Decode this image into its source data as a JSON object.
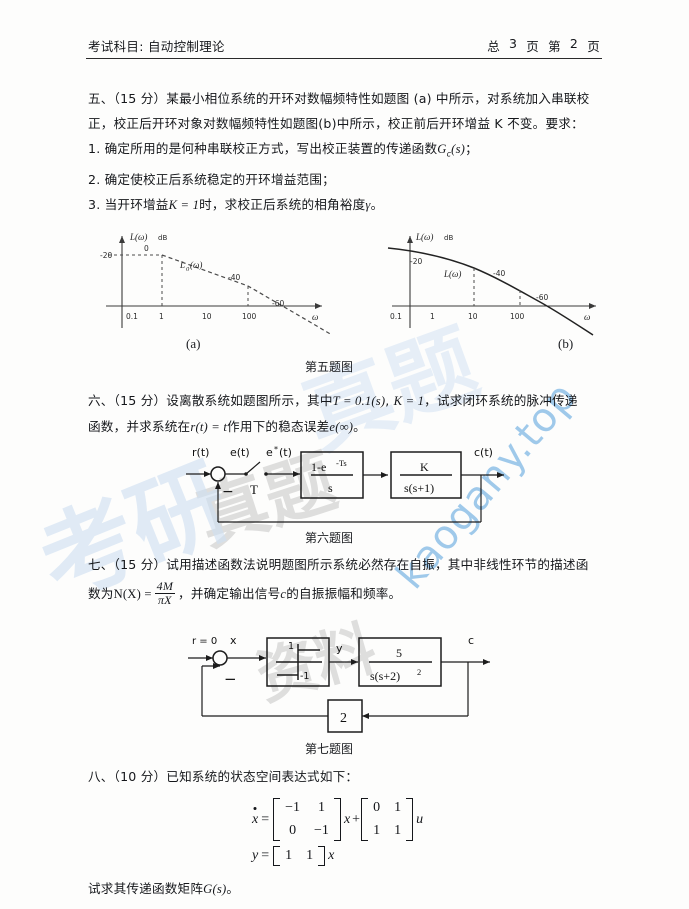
{
  "header": {
    "subject_label": "考试科目:",
    "subject": "自动控制理论",
    "total_label": "总",
    "total_pages": "3",
    "page_unit_1": "页",
    "current_label": "第",
    "current_page": "2",
    "page_unit_2": "页"
  },
  "watermark": {
    "url": "kaogany.top",
    "cn_a": "考研",
    "cn_b": "真题",
    "gray_1": "真题",
    "gray_2": "资料"
  },
  "q5": {
    "line1": "五、（15 分）某最小相位系统的开环对数幅频特性如题图 (a) 中所示，对系统加入串联校",
    "line2": "正，校正后开环对象对数幅频特性如题图(b)中所示，校正前后开环增益 K 不变。要求：",
    "item1_pre": "1. 确定所用的是何种串联校正方式，写出校正装置的传递函数",
    "item1_sym": "G",
    "item1_sub": "c",
    "item1_arg": "(s)",
    "item1_end": "；",
    "item2": "2. 确定使校正后系统稳定的开环增益范围；",
    "item3_pre": "3. 当开环增益",
    "item3_eq": "K = 1",
    "item3_mid": "时，求校正后系统的相角裕度",
    "item3_sym": "γ",
    "item3_end": "。",
    "figure_caption": "第五题图",
    "sub_a": "(a)",
    "sub_b": "(b)"
  },
  "bode_a": {
    "y_axis_label": "L(ω)",
    "y_axis_unit": "dB",
    "x_axis_label": "ω",
    "curve_label": "L",
    "curve_label_sub": "0",
    "curve_label_arg": "(ω)",
    "ticks": [
      "0.1",
      "1",
      "10",
      "100"
    ],
    "level_label": "0",
    "left_label": "-20",
    "slope_labels": [
      "-40",
      "-60"
    ]
  },
  "bode_b": {
    "y_axis_label": "L(ω)",
    "y_axis_unit": "dB",
    "x_axis_label": "ω",
    "curve_label": "L(ω)",
    "ticks": [
      "0.1",
      "1",
      "10",
      "100"
    ],
    "slope_labels": [
      "-20",
      "-40",
      "-60"
    ]
  },
  "q6": {
    "line1_a": "六、（15 分）设离散系统如题图所示，其中",
    "line1_eq1": "T = 0.1(s)",
    "line1_comma": ",",
    "line1_eq2": "K = 1",
    "line1_b": "，试求闭环系统的脉冲传递",
    "line2_a": "函数，并求系统在",
    "line2_eq": "r(t) = t",
    "line2_b": "作用下的稳态误差",
    "line2_eq2": "e(∞)",
    "line2_end": "。",
    "figure_caption": "第六题图",
    "diagram": {
      "input": "r(t)",
      "error": "e(t)",
      "sampled": "e*(t)",
      "sampler": "T",
      "minus": "−",
      "zoh_num": "1-e",
      "zoh_exp": "-Ts",
      "zoh_den": "s",
      "plant_num": "K",
      "plant_den": "s(s+1)",
      "output": "c(t)"
    }
  },
  "q7": {
    "line1": "七、（15 分）试用描述函数法说明题图所示系统必然存在自振，其中非线性环节的描述函",
    "line2_a": "数为",
    "line2_fn": "N(X) =",
    "line2_num": "4M",
    "line2_den": "πX",
    "line2_b": "，并确定输出信号",
    "line2_sym": "c",
    "line2_c": "的自振振幅和频率。",
    "figure_caption": "第七题图",
    "diagram": {
      "input": "r = 0",
      "node": "x",
      "minus": "−",
      "relay_hi": "1",
      "relay_lo": "-1",
      "mid": "y",
      "plant_num": "5",
      "plant_den": "s(s+2)",
      "plant_exp": "2",
      "output": "c",
      "feedback": "2"
    }
  },
  "q8": {
    "line1": "八、（10 分）已知系统的状态空间表达式如下：",
    "eq1_lhs": "x",
    "eq1_eq": "=",
    "A": [
      [
        "−1",
        "1"
      ],
      [
        "0",
        "−1"
      ]
    ],
    "A_post": "x",
    "plus": "+",
    "B": [
      [
        "0",
        "1"
      ],
      [
        "1",
        "1"
      ]
    ],
    "B_post": "u",
    "eq2_lhs": "y",
    "eq2_eq": "=",
    "C": [
      "1",
      "1"
    ],
    "C_post": "x",
    "line_end_a": "试求其传递函数矩阵",
    "line_end_sym": "G(s)",
    "line_end_b": "。"
  }
}
